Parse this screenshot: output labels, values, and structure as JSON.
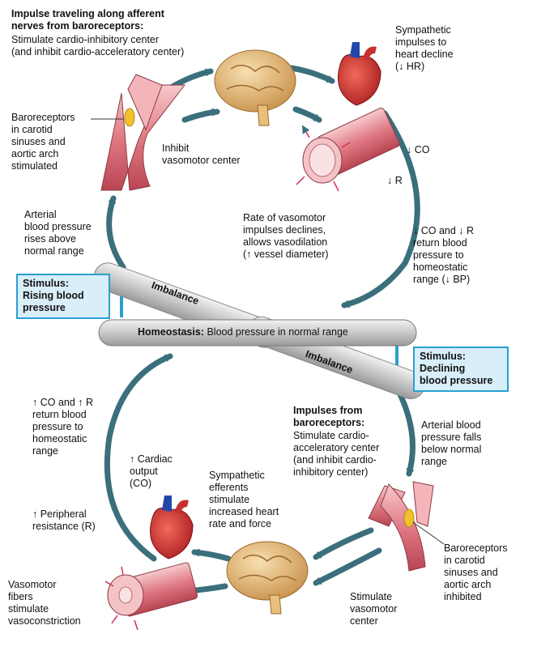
{
  "top": {
    "afferent_heading": "Impulse traveling along afferent\nnerves from baroreceptors:",
    "afferent_text": "Stimulate cardio-inhibitory center\n(and inhibit cardio-acceleratory center)",
    "sympathetic_decline": "Sympathetic\nimpulses to\nheart decline\n(↓ HR)",
    "baroreceptors_stimulated": "Baroreceptors\nin carotid\nsinuses and\naortic arch\nstimulated",
    "inhibit_vasomotor": "Inhibit\nvasomotor center",
    "co_down": "↓ CO",
    "r_down": "↓ R",
    "vasodilation": "Rate of vasomotor\nimpulses declines,\nallows vasodilation\n(↑ vessel diameter)",
    "return_down": "↓ CO and ↓ R\nreturn blood\npressure to\nhomeostatic\nrange (↓ BP)",
    "arterial_rises": "Arterial\nblood pressure\nrises above\nnormal range",
    "stimulus_rising": "Stimulus:\nRising blood\npressure",
    "imbalance_top": "Imbalance"
  },
  "center": {
    "homeostasis_label": "Homeostasis:",
    "homeostasis_text": " Blood pressure in normal range"
  },
  "bottom": {
    "imbalance_bottom": "Imbalance",
    "stimulus_declining": "Stimulus:\nDeclining\nblood pressure",
    "baroreceptor_heading": "Impulses from\nbaroreceptors:",
    "baroreceptor_text": "Stimulate cardio-\nacceleratory center\n(and inhibit cardio-\ninhibitory center)",
    "arterial_falls": "Arterial blood\npressure falls\nbelow normal\nrange",
    "return_up": "↑ CO and ↑ R\nreturn blood\npressure to\nhomeostatic\nrange",
    "cardiac_output": "↑ Cardiac\noutput\n(CO)",
    "sympathetic_efferents": "Sympathetic\nefferents\nstimulate\nincreased heart\nrate and force",
    "peripheral_resistance": "↑ Peripheral\nresistance (R)",
    "baroreceptors_inhibited": "Baroreceptors\nin carotid\nsinuses and\naortic arch\ninhibited",
    "vasoconstriction": "Vasomotor\nfibers\nstimulate\nvasoconstriction",
    "stimulate_vasomotor": "Stimulate\nvasomotor\ncenter"
  },
  "colors": {
    "arrow": "#3b6f7c",
    "stimulus_arrow": "#29a0d0",
    "box_fill": "#d8eef8",
    "vessel": "#e8a0a8",
    "heart": "#d12d2b",
    "brain": "#e8c48a"
  }
}
